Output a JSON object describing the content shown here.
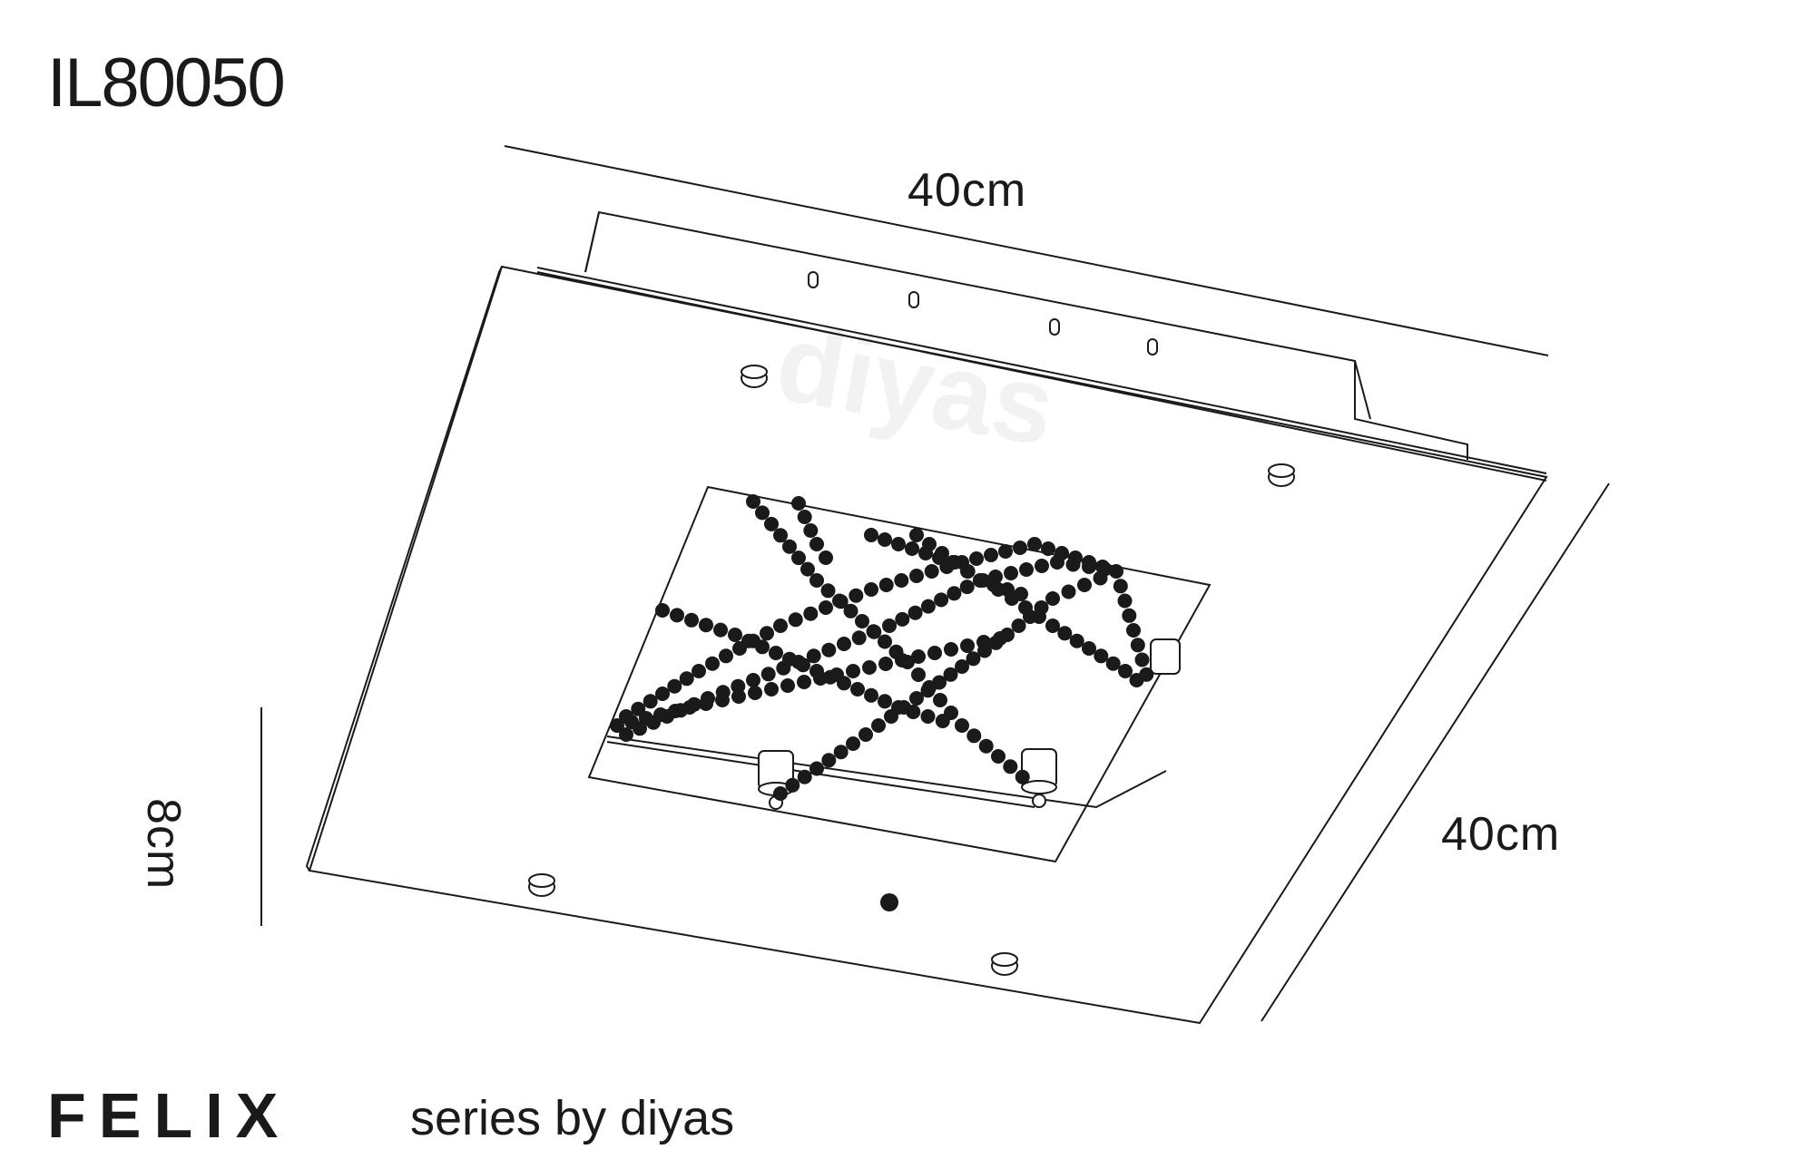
{
  "product_code": "IL80050",
  "dimensions": {
    "width": "40cm",
    "depth": "40cm",
    "height": "8cm"
  },
  "series": {
    "name": "FELIX",
    "tagline": "series by diyas"
  },
  "watermark": "diyas"
}
